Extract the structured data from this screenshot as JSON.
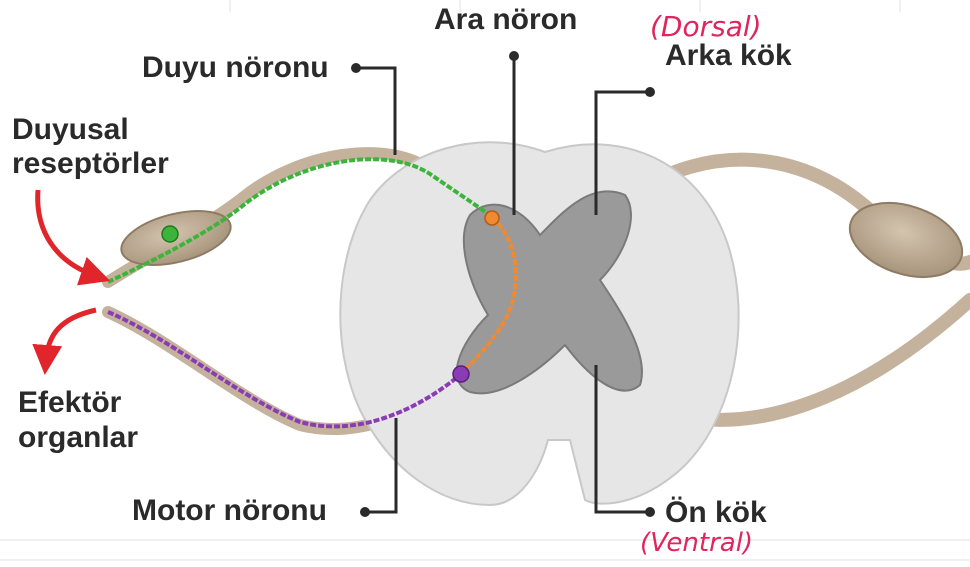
{
  "labels": {
    "ara_noron": "Ara nöron",
    "arka_kok": "Arka kök",
    "dorsal_note": "(Dorsal)",
    "duyu_noronu": "Duyu nöronu",
    "duyusal_line1": "Duyusal",
    "duyusal_line2": "reseptörler",
    "efektor_line1": "Efektör",
    "efektor_line2": "organlar",
    "motor_noronu": "Motor nöronu",
    "on_kok": "Ön kök",
    "ventral_note": "(Ventral)"
  },
  "colors": {
    "sensory_neuron": "#3cb43c",
    "interneuron": "#f08a30",
    "motor_neuron": "#8a3cb4",
    "white_matter": "#e6e6e6",
    "gray_matter": "#9a9a9a",
    "nerve": "#c4b29c",
    "arrow": "#e0262a",
    "annotation": "#e0245e"
  }
}
